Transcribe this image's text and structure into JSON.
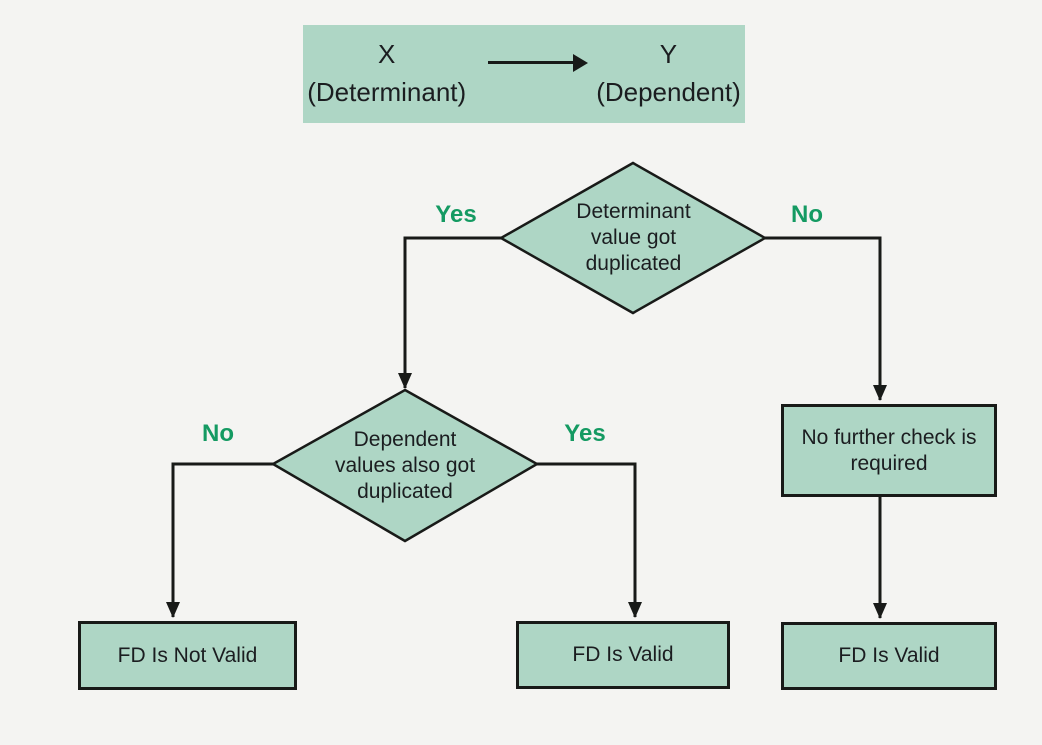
{
  "legend": {
    "x_symbol": "X",
    "y_symbol": "Y",
    "x_caption": "(Determinant)",
    "y_caption": "(Dependent)"
  },
  "nodes": {
    "decision1": "Determinant\nvalue got\nduplicated",
    "decision2": "Dependent\nvalues also got\nduplicated",
    "process_no_check": "No further check is\nrequired",
    "result_not_valid": "FD Is Not Valid",
    "result_valid_mid": "FD Is Valid",
    "result_valid_right": "FD Is Valid"
  },
  "branch_labels": {
    "decision1_yes": "Yes",
    "decision1_no": "No",
    "decision2_no": "No",
    "decision2_yes": "Yes"
  },
  "colors": {
    "node_fill": "#aed6c5",
    "node_border": "#181a18",
    "background": "#f4f4f2",
    "branch_label_green": "#149a62",
    "text": "#1b1d20"
  }
}
